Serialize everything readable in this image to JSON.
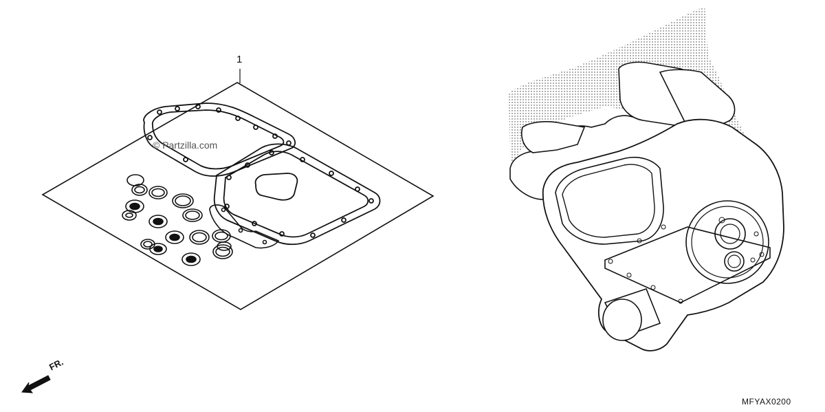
{
  "callout": {
    "number": "1"
  },
  "watermark": {
    "text": "© Partzilla.com"
  },
  "direction": {
    "label": "FR."
  },
  "diagram": {
    "code": "MFYAX0200"
  }
}
